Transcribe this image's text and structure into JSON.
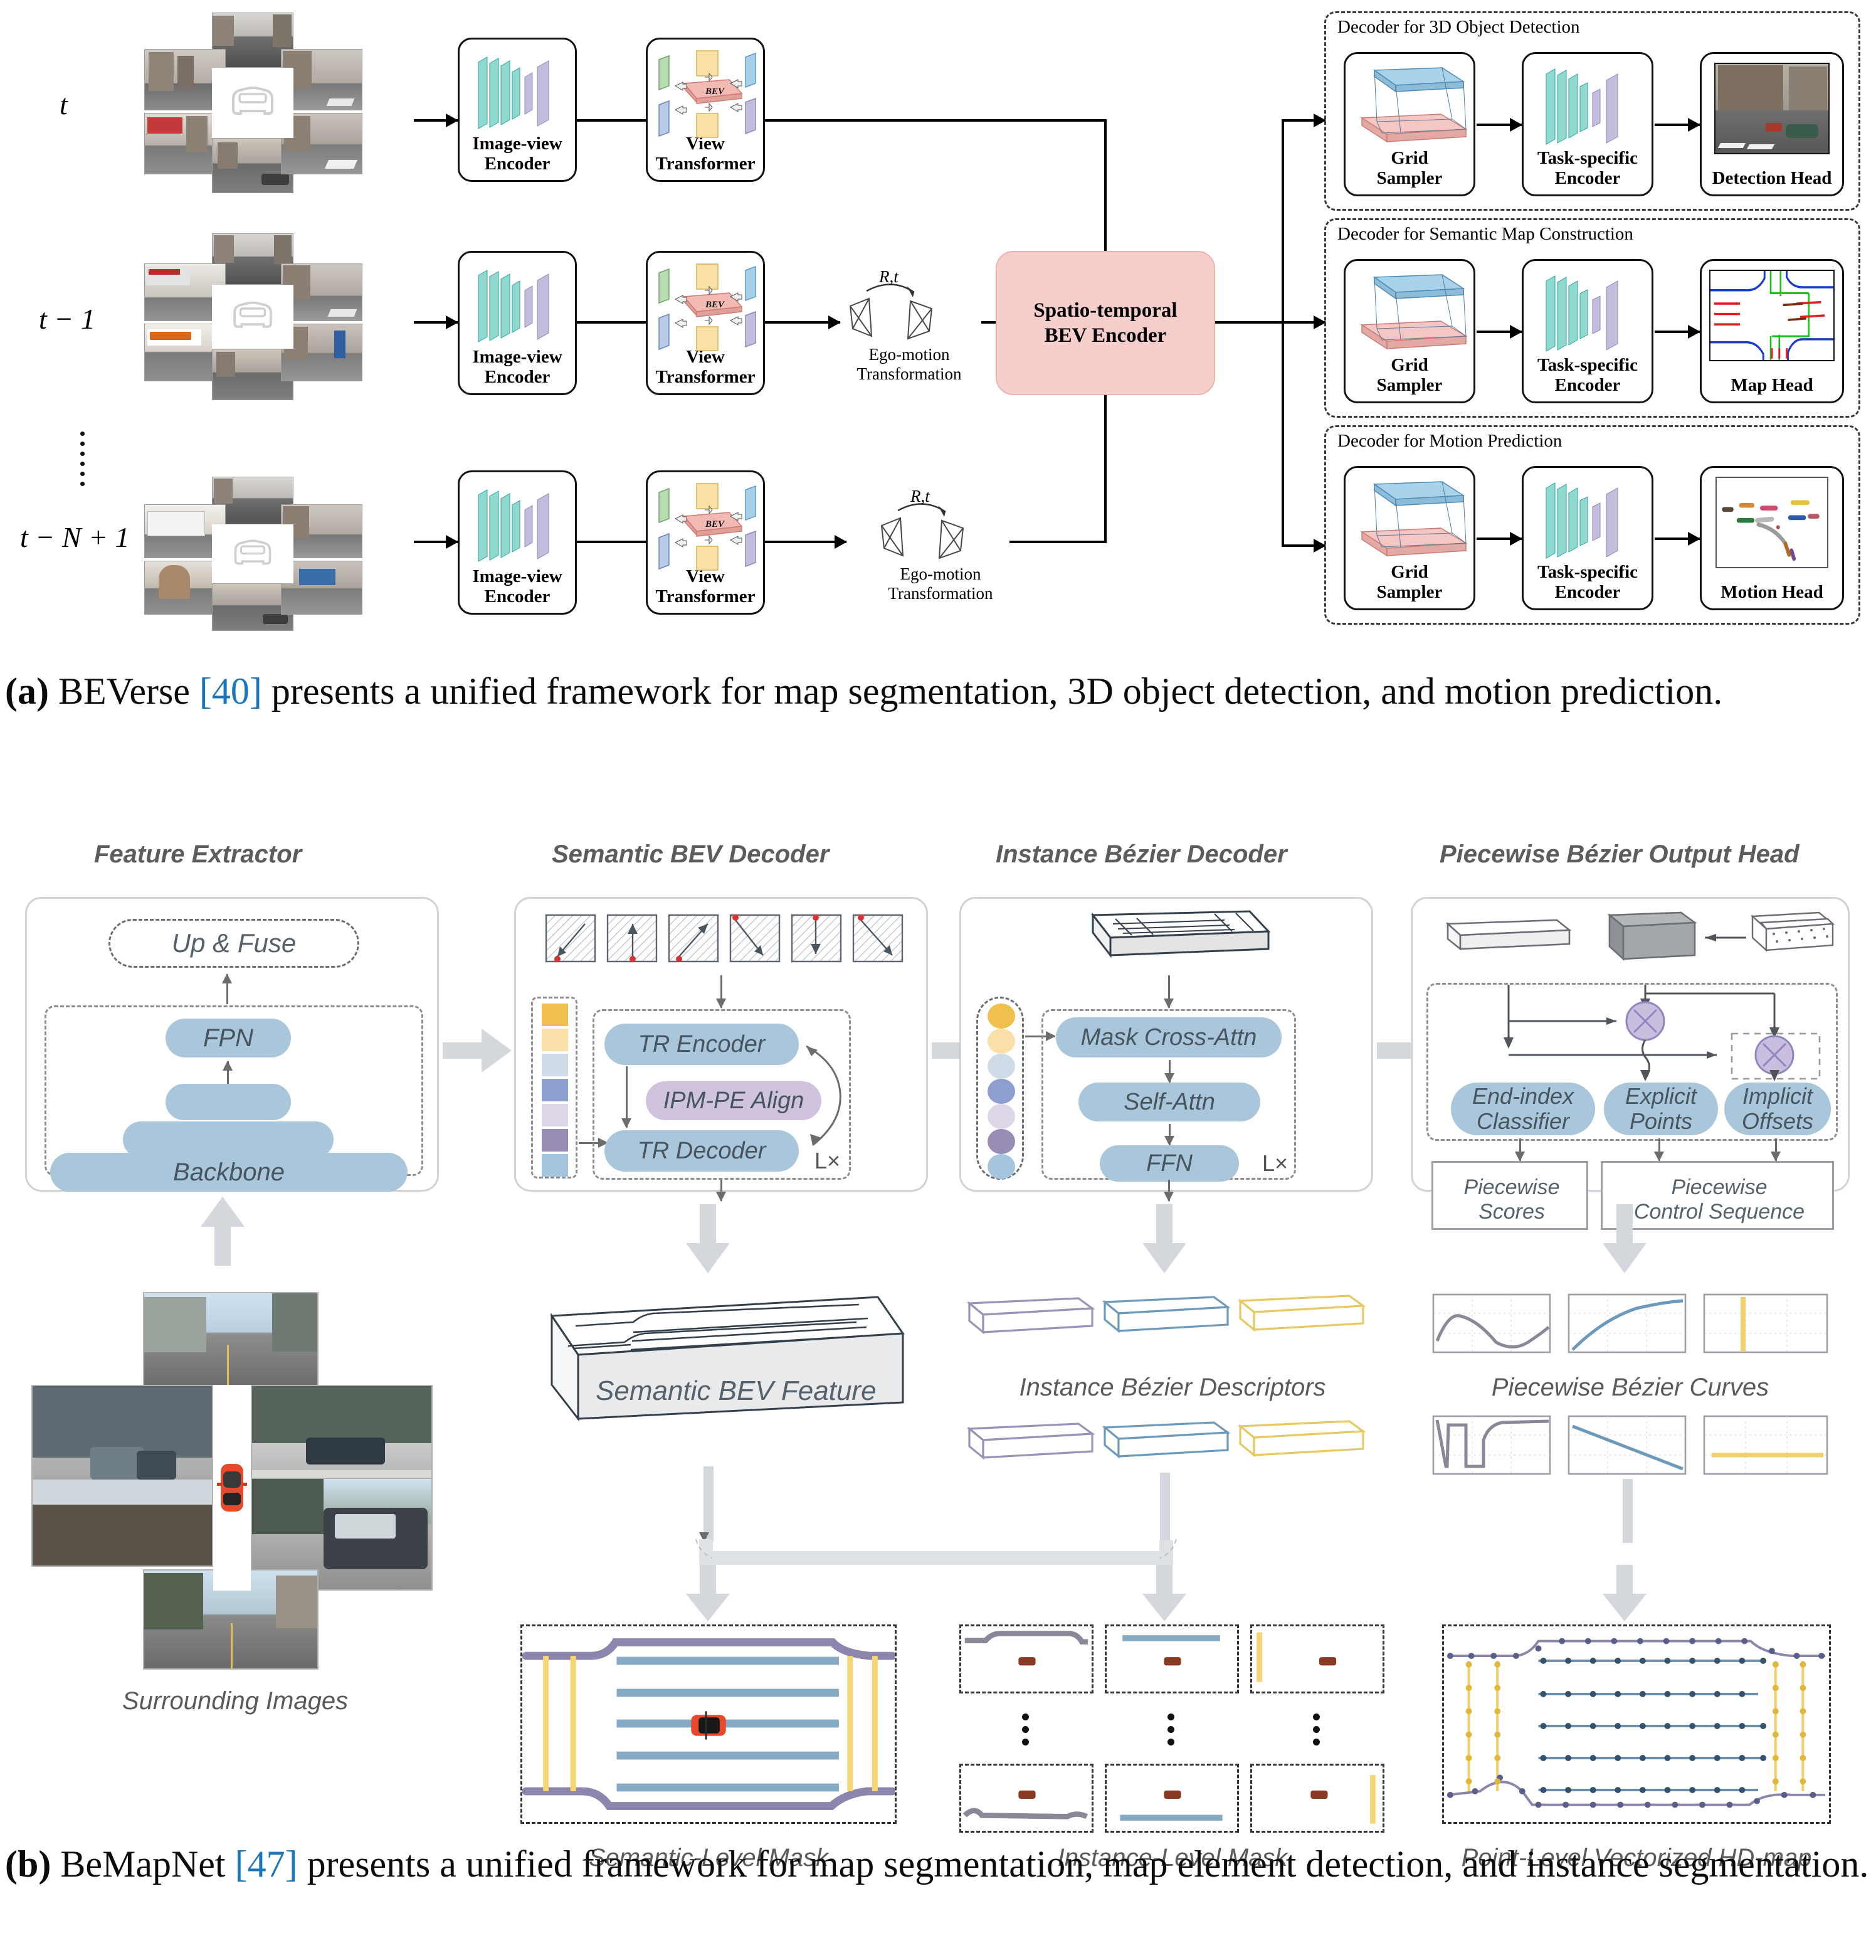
{
  "figure": {
    "panel_a": {
      "timesteps": [
        "t",
        "t − 1",
        "t − N + 1"
      ],
      "pipeline_blocks": [
        {
          "label": "Image-view\nEncoder",
          "name": "image-view-encoder"
        },
        {
          "label": "View\nTransformer",
          "name": "view-transformer"
        }
      ],
      "view_transformer_center_label": "BEV",
      "ego_motion": {
        "caption_line1": "Ego-motion",
        "caption_line2": "Transformation",
        "transform_symbol": "R,t"
      },
      "bev_encoder": {
        "line1": "Spatio-temporal",
        "line2": "BEV Encoder"
      },
      "decoders": [
        {
          "title": "Decoder for 3D Object Detection",
          "stages": [
            "Grid\nSampler",
            "Task-specific\nEncoder",
            "Detection Head"
          ]
        },
        {
          "title": "Decoder for Semantic Map Construction",
          "stages": [
            "Grid\nSampler",
            "Task-specific\nEncoder",
            "Map Head"
          ]
        },
        {
          "title": "Decoder for Motion Prediction",
          "stages": [
            "Grid\nSampler",
            "Task-specific\nEncoder",
            "Motion Head"
          ]
        }
      ],
      "caption": {
        "tag": "(a)",
        "title": "BEVerse",
        "ref": "[40]",
        "rest": " presents a unified framework for map segmentation, 3D object detection, and motion prediction."
      }
    },
    "panel_b": {
      "section_titles": [
        "Feature Extractor",
        "Semantic BEV Decoder",
        "Instance Bézier Decoder",
        "Piecewise Bézier Output Head"
      ],
      "feature_extractor": {
        "up_fuse": "Up & Fuse",
        "fpn": "FPN",
        "backbone": "Backbone"
      },
      "semantic_bev_decoder": {
        "tr_encoder": "TR Encoder",
        "ipm_pe_align": "IPM-PE Align",
        "tr_decoder": "TR Decoder",
        "repeat": "L×"
      },
      "instance_bezier_decoder": {
        "mask_cross_attn": "Mask Cross-Attn",
        "self_attn": "Self-Attn",
        "ffn": "FFN",
        "repeat": "L×"
      },
      "piecewise_bezier_output_head": {
        "end_index_classifier": "End-index\nClassifier",
        "explicit_points": "Explicit\nPoints",
        "implicit_offsets": "Implicit\nOffsets",
        "piecewise_scores": "Piecewise\nScores",
        "piecewise_control_sequence": "Piecewise\nControl Sequence"
      },
      "intermediate_labels": {
        "semantic_bev_feature": "Semantic BEV Feature",
        "instance_bezier_descriptors": "Instance Bézier Descriptors",
        "piecewise_bezier_curves": "Piecewise Bézier Curves"
      },
      "bottom_labels": [
        "Surrounding Images",
        "Semantic-Level Mask",
        "Instance-Level Mask",
        "Point-Level Vectorized HD-map"
      ],
      "caption": {
        "tag": "(b)",
        "title": "BeMapNet",
        "ref": "[47]",
        "rest": " presents a unified framework for map segmentation, map element detection, and instance segmentation."
      }
    },
    "colors": {
      "bev_encoder_fill": "#f6cfcc",
      "pill_blue": "#a9c6db",
      "pill_purple": "#cfc3dd",
      "grid_sampler_top": "#a9d3ea",
      "grid_sampler_bottom": "#f4c6c4",
      "encoder_teal": "#8fd9d1",
      "encoder_lavender": "#c3bcdc",
      "reference_link": "#1a76bb",
      "section_title_gray": "#5d5d5d",
      "lane_blue": "#86aac4",
      "divider_purple": "#8d85ae",
      "boundary_yellow": "#f6d573",
      "ego_car_orange": "#e8492a"
    }
  }
}
